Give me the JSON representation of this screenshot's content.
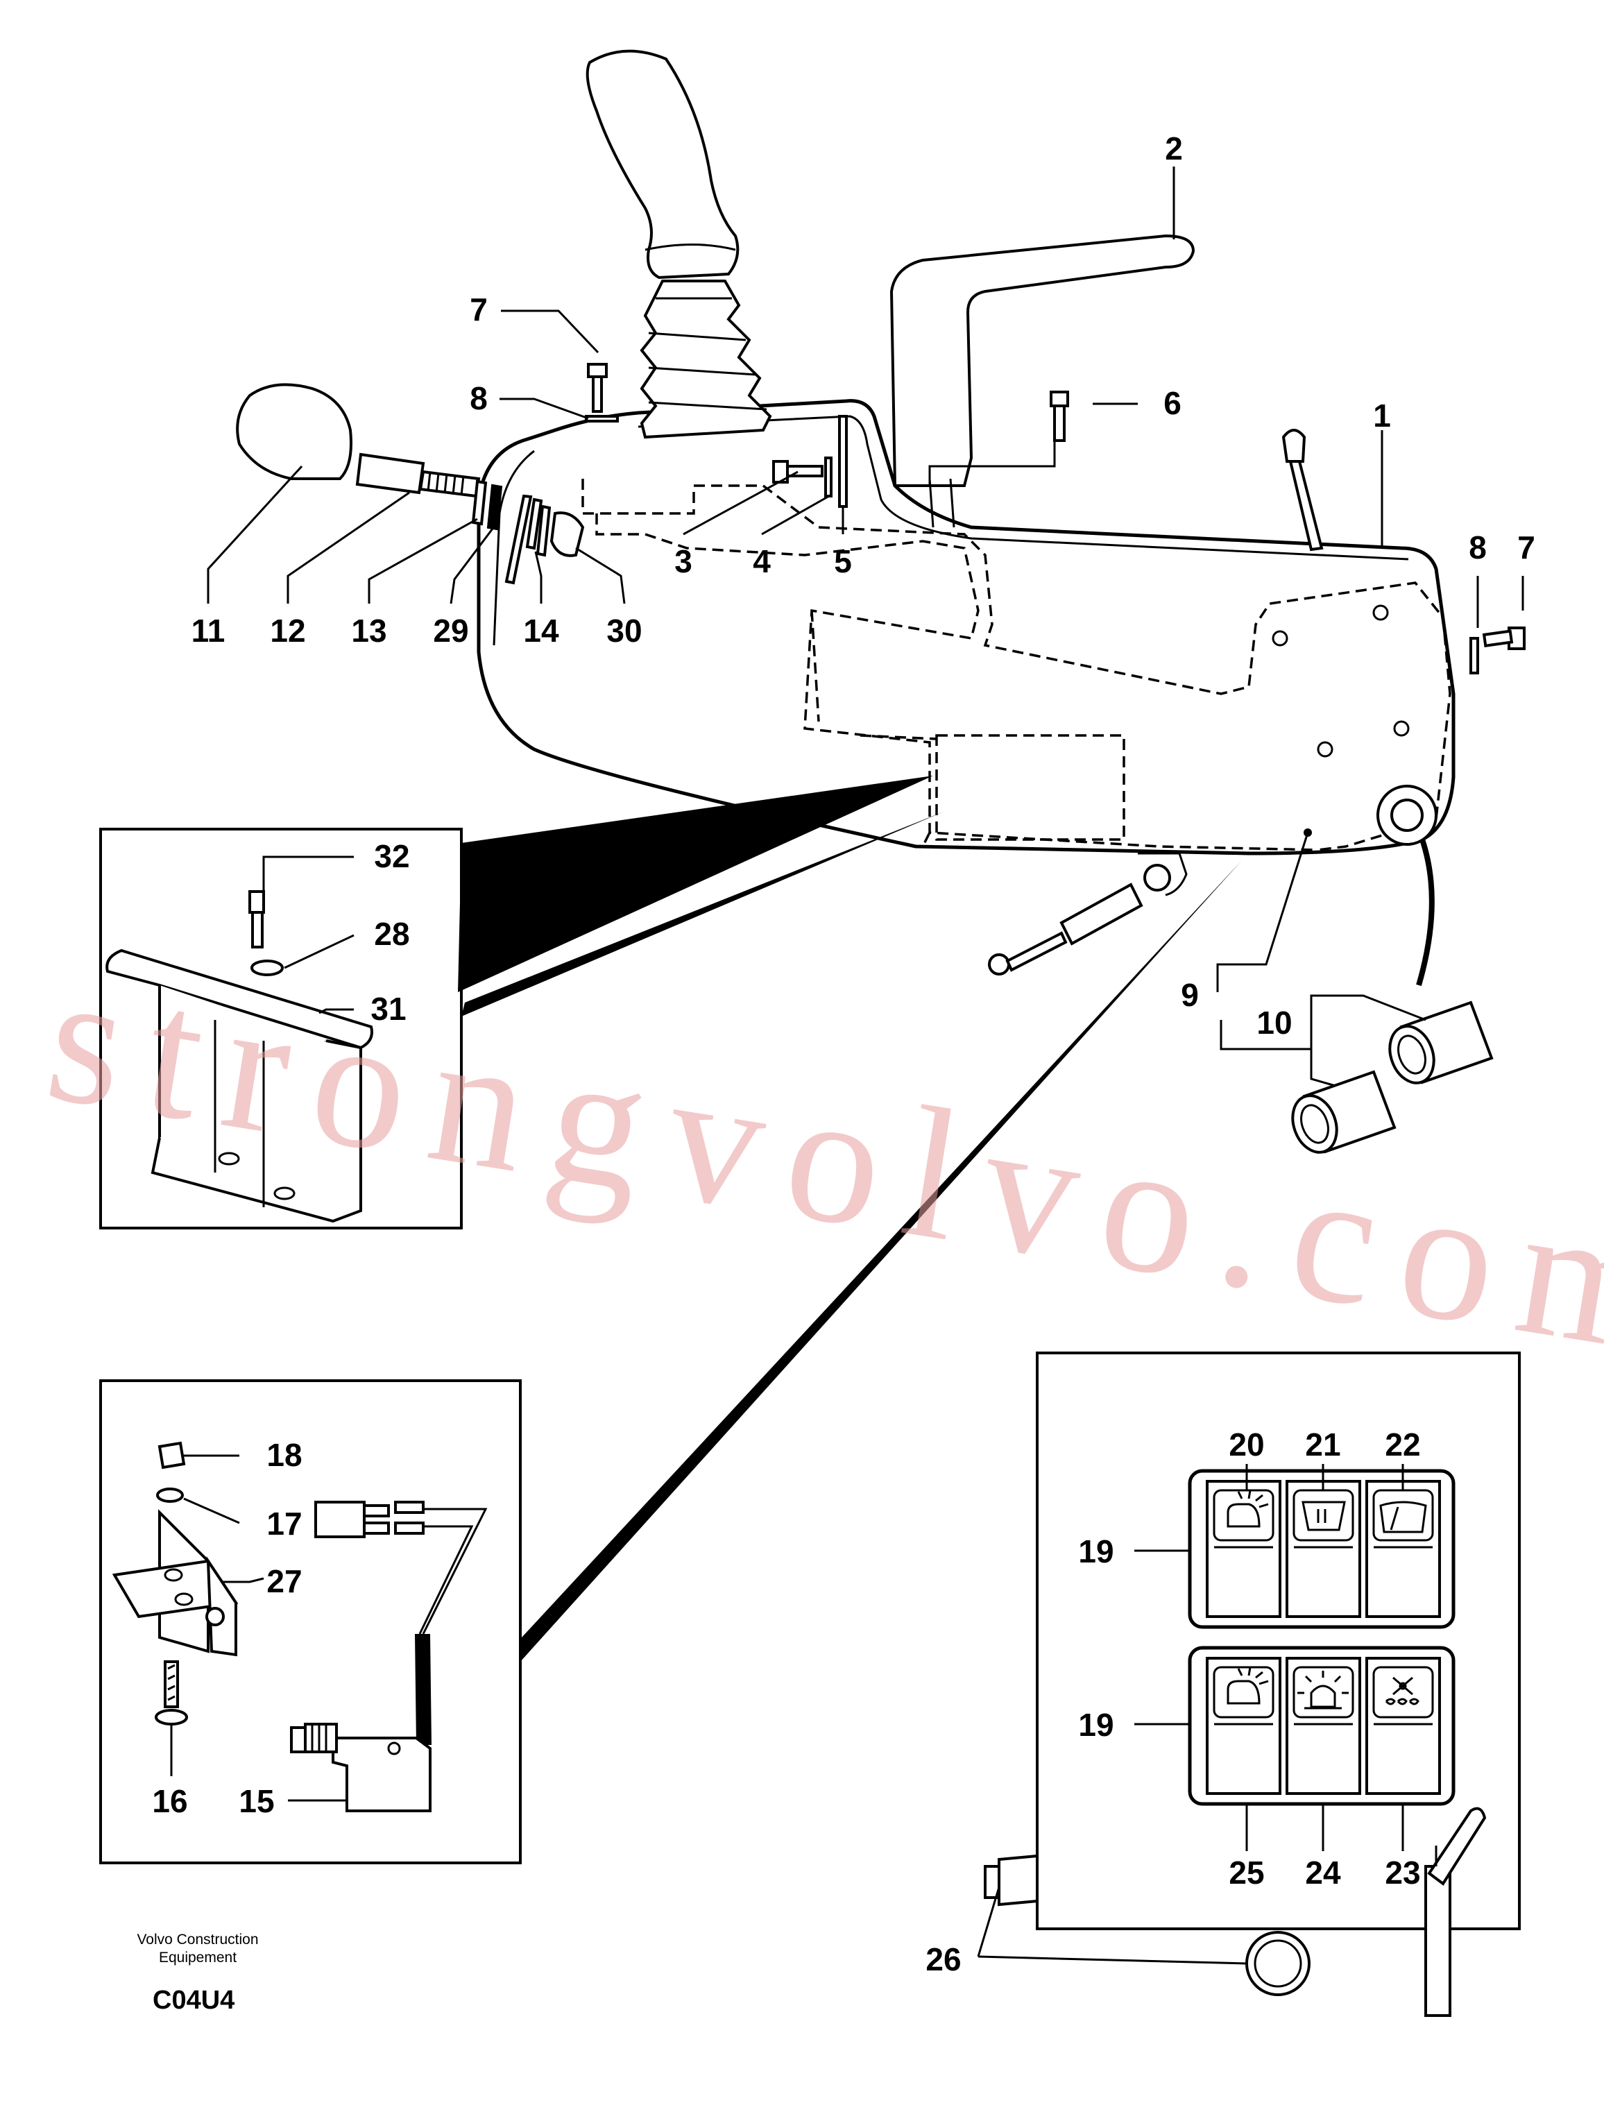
{
  "watermark": "strongvolvo.com",
  "footer": {
    "publisher_line1": "Volvo Construction",
    "publisher_line2": "Equipement",
    "drawing_code": "C04U4"
  },
  "callouts": {
    "c1": "1",
    "c2": "2",
    "c3": "3",
    "c4": "4",
    "c5": "5",
    "c6": "6",
    "c7a": "7",
    "c7b": "7",
    "c8a": "8",
    "c8b": "8",
    "c9": "9",
    "c10": "10",
    "c11": "11",
    "c12": "12",
    "c13": "13",
    "c14": "14",
    "c15": "15",
    "c16": "16",
    "c17": "17",
    "c18": "18",
    "c19a": "19",
    "c19b": "19",
    "c20": "20",
    "c21": "21",
    "c22": "22",
    "c23": "23",
    "c24": "24",
    "c25": "25",
    "c26": "26",
    "c27": "27",
    "c28": "28",
    "c29": "29",
    "c30": "30",
    "c31": "31",
    "c32": "32"
  },
  "icons": {
    "switch_20": "work-light-icon",
    "switch_21": "rear-wiper-icon",
    "switch_22": "front-wiper-icon",
    "switch_25": "work-light-icon",
    "switch_24": "rotating-beacon-icon",
    "switch_23": "fan-heater-icon"
  }
}
